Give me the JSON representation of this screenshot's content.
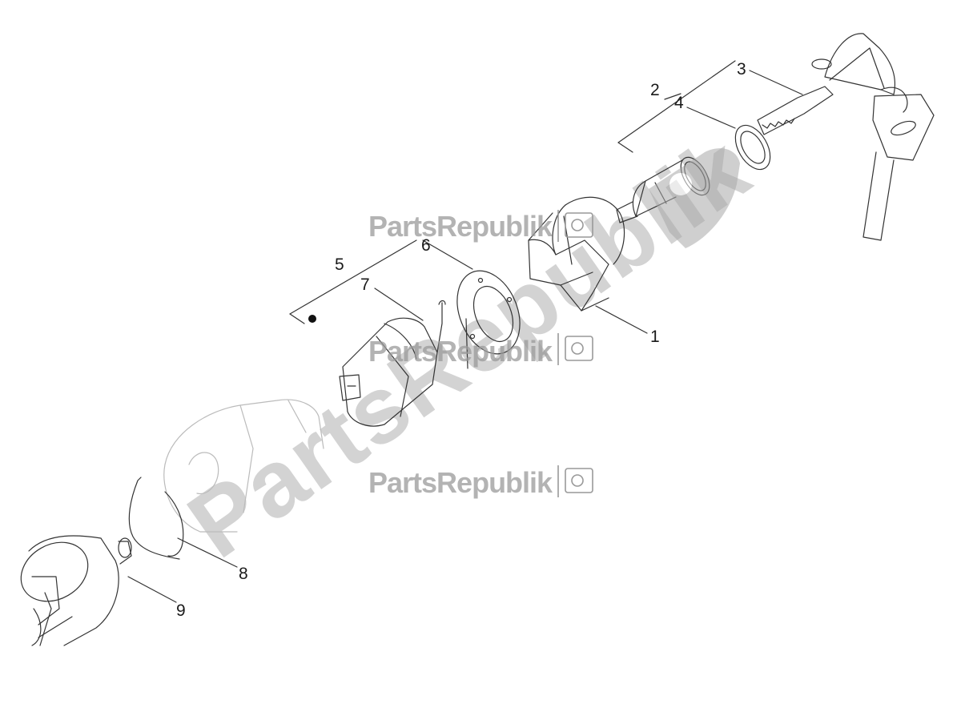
{
  "callouts": {
    "c1": "1",
    "c2": "2",
    "c3": "3",
    "c4": "4",
    "c5": "5",
    "c6": "6",
    "c7": "7",
    "c8": "8",
    "c9": "9"
  },
  "watermark": {
    "brand": "PartsRepublik",
    "big": "PartsRepublik"
  },
  "colors": {
    "line": "#333333",
    "watermark": "#9a9a9a"
  },
  "icons": [
    "gear-icon",
    "flag-icon"
  ]
}
